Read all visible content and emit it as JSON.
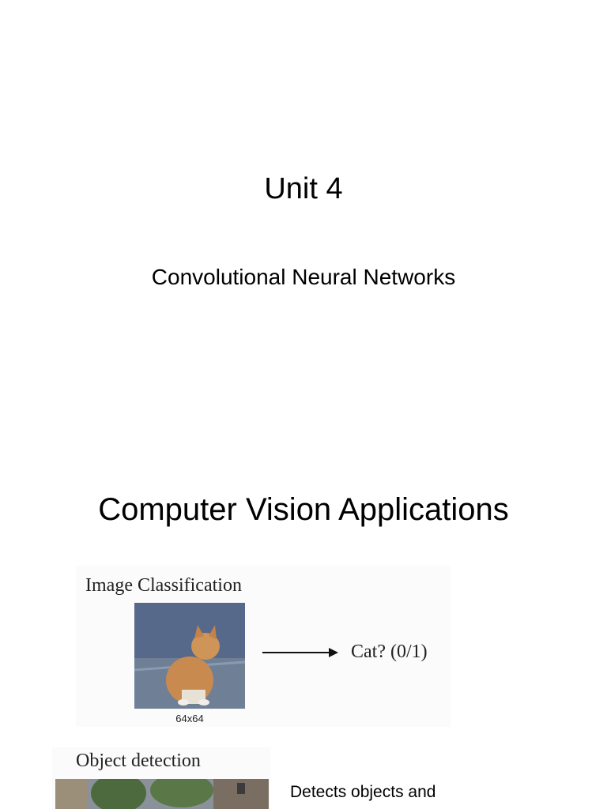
{
  "slide1": {
    "title": "Unit 4",
    "subtitle": "Convolutional Neural Networks"
  },
  "slide2": {
    "title": "Computer Vision Applications",
    "image_classification": {
      "heading": "Image Classification",
      "image_size_label": "64x64",
      "output_label": "Cat? (0/1)"
    },
    "object_detection": {
      "heading": "Object detection",
      "description": "Detects objects and"
    }
  }
}
